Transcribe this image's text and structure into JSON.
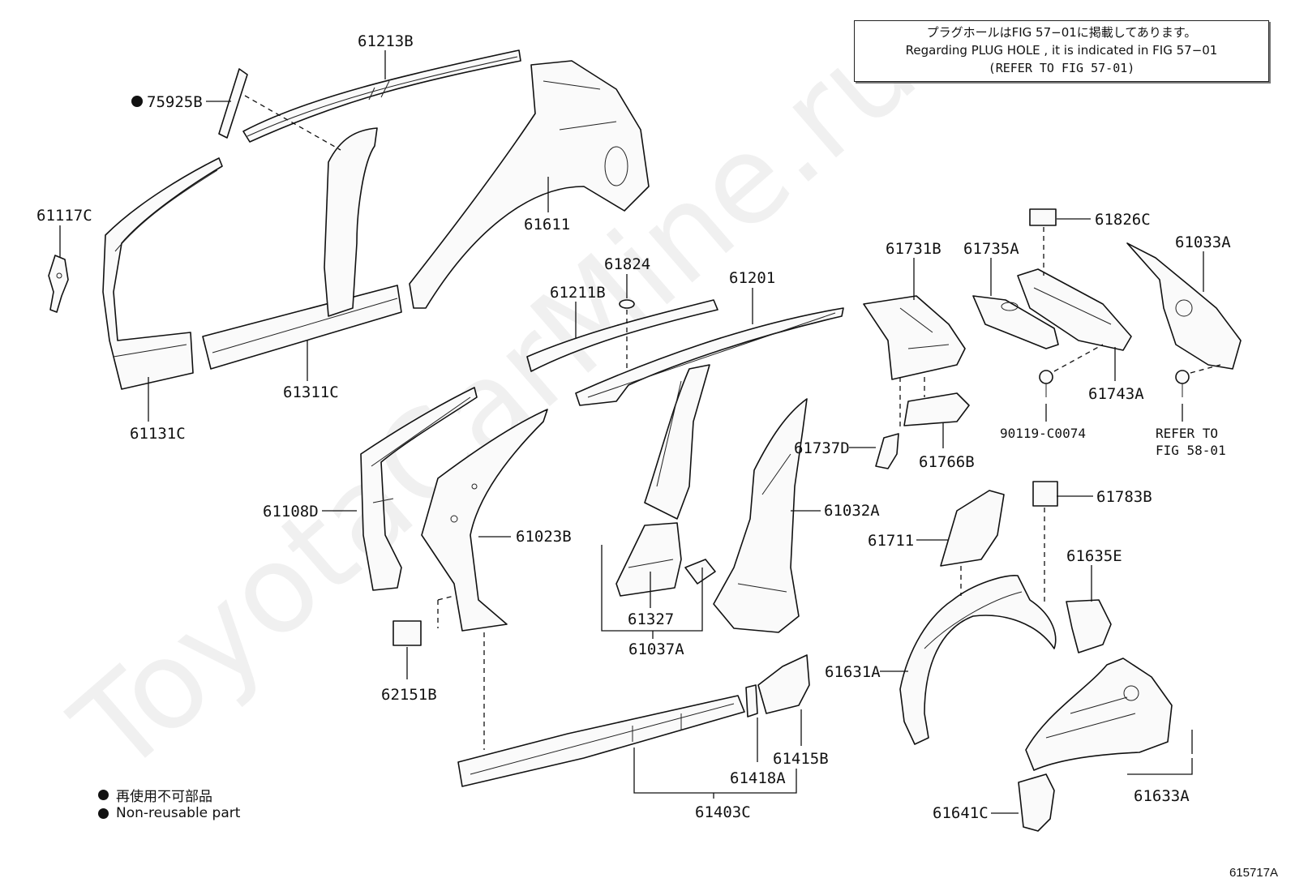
{
  "watermark": "ToyotaCarMine.ru",
  "note": {
    "line1": "プラグホールはFIG 57−01に掲載してあります。",
    "line2": "Regarding PLUG HOLE , it is indicated in FIG 57−01",
    "line3": "(REFER TO FIG 57-01)"
  },
  "legend": [
    {
      "text": "再使用不可部品"
    },
    {
      "text": "Non-reusable part"
    }
  ],
  "figure_id": "615717A",
  "parts": [
    {
      "id": "61213B"
    },
    {
      "id": "75925B"
    },
    {
      "id": "61117C"
    },
    {
      "id": "61611"
    },
    {
      "id": "61131C"
    },
    {
      "id": "61311C"
    },
    {
      "id": "61824"
    },
    {
      "id": "61211B"
    },
    {
      "id": "61201"
    },
    {
      "id": "61731B"
    },
    {
      "id": "61735A"
    },
    {
      "id": "61826C"
    },
    {
      "id": "61033A"
    },
    {
      "id": "61743A"
    },
    {
      "id": "90119-C0074"
    },
    {
      "id": "61737D"
    },
    {
      "id": "61766B"
    },
    {
      "id": "61108D"
    },
    {
      "id": "61023B"
    },
    {
      "id": "61032A"
    },
    {
      "id": "61783B"
    },
    {
      "id": "61711"
    },
    {
      "id": "61327"
    },
    {
      "id": "61037A"
    },
    {
      "id": "61635E"
    },
    {
      "id": "62151B"
    },
    {
      "id": "61631A"
    },
    {
      "id": "61415B"
    },
    {
      "id": "61418A"
    },
    {
      "id": "61403C"
    },
    {
      "id": "61641C"
    },
    {
      "id": "61633A"
    }
  ],
  "refer_to": [
    "REFER TO",
    "FIG 58-01"
  ]
}
